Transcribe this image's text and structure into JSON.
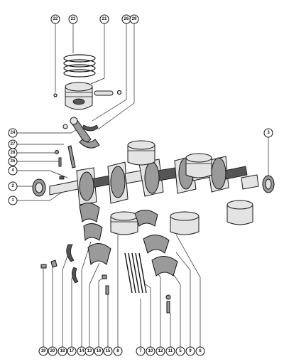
{
  "diagram": {
    "callouts": {
      "c1": "1",
      "c2": "2",
      "c3": "3",
      "c4": "4",
      "c5": "5",
      "c6": "6",
      "c7": "7",
      "c8": "8",
      "c9": "9",
      "c10": "10",
      "c11": "11",
      "c12": "12",
      "c13": "13",
      "c14": "14",
      "c15": "15",
      "c16": "16",
      "c17": "17",
      "c18": "18",
      "c19": "19",
      "c20": "20",
      "c21": "21",
      "c22": "22",
      "c23": "23",
      "c24": "24",
      "c25": "25",
      "c26": "26",
      "c27": "27",
      "c28": "28",
      "c29": "29"
    }
  }
}
